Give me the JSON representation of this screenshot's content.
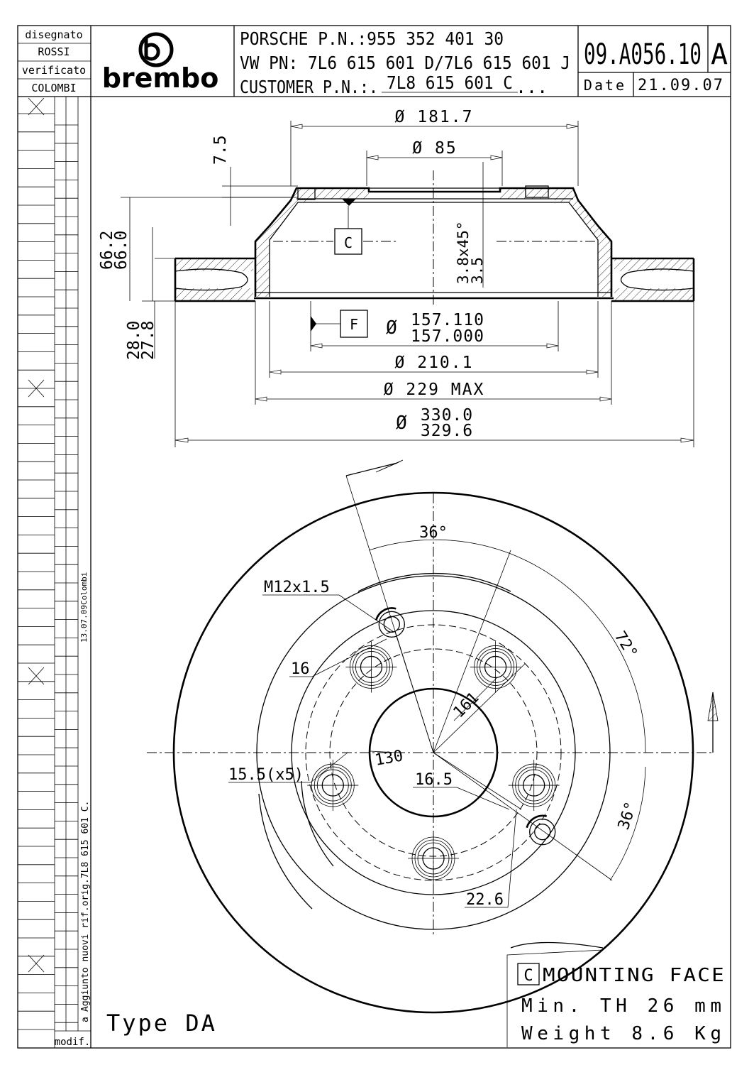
{
  "title_block": {
    "drawn_label": "disegnato",
    "drawn_by": "ROSSI",
    "checked_label": "verificato",
    "checked_by": "COLOMBI",
    "brand": "brembo",
    "porsche_pn": "PORSCHE P.N.:955 352 401 30",
    "vw_pn": "VW PN: 7L6 615 601 D/7L6 615 601 J",
    "customer_pn_label": "CUSTOMER P.N.:.",
    "customer_pn": "7L8 615 601 C",
    "customer_pn_tail": "...",
    "part_number": "09.A056.10",
    "revision": "A",
    "date_label": "Date",
    "date": "21.09.07"
  },
  "revision_column": {
    "mod_label": "modif.",
    "rev_letter": "a",
    "rev_note": "Aggiunto nuovi rif.orig.7L8 615 601 C.",
    "rev_date": "13.07.09Colombi"
  },
  "section_dims": {
    "d_top": "Ø 181.7",
    "d_hub": "Ø 85",
    "offset_75": "7.5",
    "h_662": "66.2",
    "h_660": "66.0",
    "chamfer_a": "3.8x45°",
    "chamfer_b": "3.5",
    "datum_c": "C",
    "datum_f": "F",
    "th_280": "28.0",
    "th_278": "27.8",
    "d_157_prefix": "Ø",
    "d_157_max": "157.110",
    "d_157_min": "157.000",
    "d_2101": "Ø 210.1",
    "d_229": "Ø 229 MAX",
    "d_330_prefix": "Ø",
    "d_330_max": "330.0",
    "d_330_min": "329.6"
  },
  "plan_dims": {
    "ang_36_top": "36°",
    "ang_72": "72°",
    "ang_36_right": "36°",
    "thread": "M12x1.5",
    "d_16": "16",
    "d_161": "161",
    "d_130": "130",
    "hole_155": "15.5(x5)",
    "d_165": "16.5",
    "d_226": "22.6"
  },
  "notes": {
    "mounting_face_tag": "C",
    "mounting_face": "MOUNTING FACE",
    "min_th": "Min. TH 26 mm",
    "weight": "Weight 8.6 Kg",
    "type": "Type DA"
  }
}
